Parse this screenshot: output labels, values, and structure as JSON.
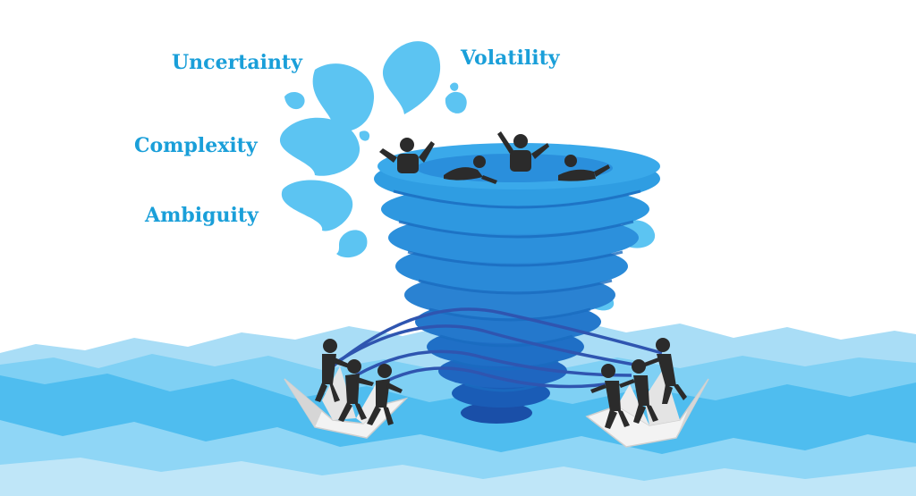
{
  "labels": {
    "uncertainty": "Uncertainty",
    "volatility": "Volatility",
    "complexity": "Complexity",
    "ambiguity": "Ambiguity"
  },
  "colors": {
    "label_text": "#1a9fd9",
    "splash": "#5cc4f2",
    "sea_light": "#a9ddf6",
    "sea_mid": "#7fd0f4",
    "sea_deep": "#4fbdef",
    "vortex_top": "#2a8fdc",
    "vortex_band": "#1f78c8",
    "vortex_deep": "#1a4fa8",
    "rope": "#2f55b0",
    "figure": "#2b2b2b",
    "boat": "#f3f3f3",
    "boat_shade": "#d6d6d6"
  },
  "icons": [
    "splash-drop-icon",
    "vortex-illustration",
    "paper-boat-icon",
    "person-figure-icon"
  ]
}
